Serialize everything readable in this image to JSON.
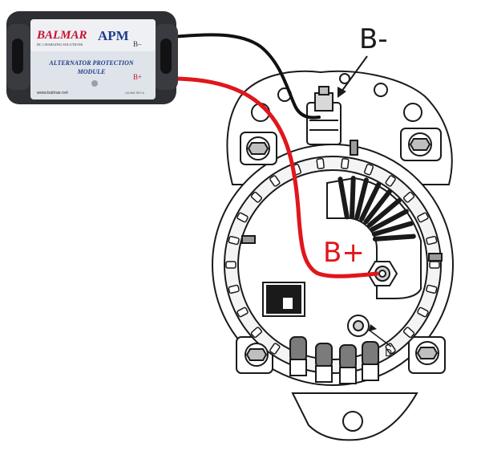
{
  "module": {
    "brand": "BALMAR",
    "brand_tagline": "DC CHARGING SOLUTIONS",
    "model": "APM",
    "title_line1": "ALTERNATOR PROTECTION",
    "title_line2": "MODULE",
    "neg_terminal": "B–",
    "pos_terminal": "B+",
    "website": "www.balmar.net",
    "part_code": "LM-IWE REV A"
  },
  "labels": {
    "neg": "B-",
    "pos": "B+"
  },
  "colors": {
    "positive_wire": "#e0161c",
    "negative_wire": "#111111",
    "module_body": "#2e2f33",
    "label_panel": "#dfe3ea",
    "brand_red": "#c8102e",
    "brand_blue": "#1f3e8a"
  }
}
